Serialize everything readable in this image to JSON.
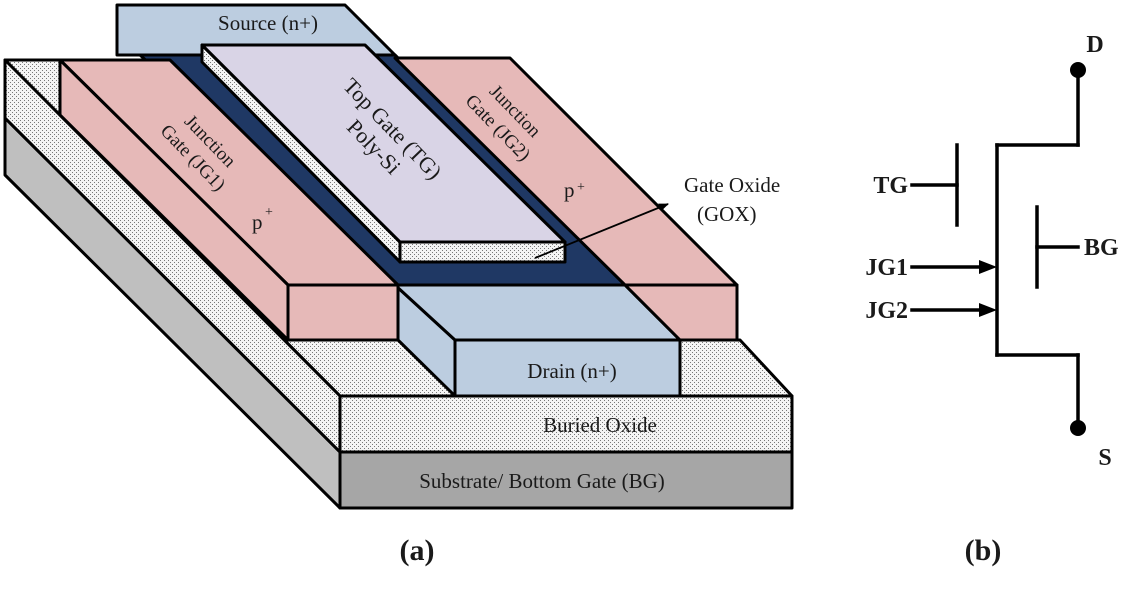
{
  "device": {
    "source_label": "Source (n+)",
    "drain_label": "Drain (n+)",
    "buried_oxide_label": "Buried Oxide",
    "substrate_label": "Substrate/ Bottom Gate  (BG)",
    "top_gate_line1": "Top Gate (TG)",
    "top_gate_line2": "Poly-Si",
    "jg1_line1": "Junction",
    "jg1_line2": "Gate (JG1)",
    "jg2_line1": "Junction",
    "jg2_line2": "Gate (JG2)",
    "p_doping_base": "p",
    "p_doping_sup": "+",
    "gox_line1": "Gate Oxide",
    "gox_line2": "(GOX)",
    "caption": "(a)"
  },
  "symbol": {
    "drain_terminal": "D",
    "source_terminal": "S",
    "top_gate_terminal": "TG",
    "bottom_gate_terminal": "BG",
    "jg1_terminal": "JG1",
    "jg2_terminal": "JG2",
    "caption": "(b)"
  },
  "colors": {
    "source_drain": "#bccde0",
    "junction_gate": "#e6b9b8",
    "top_gate": "#d9d4e6",
    "gate_oxide": "#1f3864",
    "buried_oxide": "#f2f2f2",
    "substrate_front": "#a6a6a6",
    "substrate_side": "#bfbfbf",
    "outline": "#000000"
  }
}
